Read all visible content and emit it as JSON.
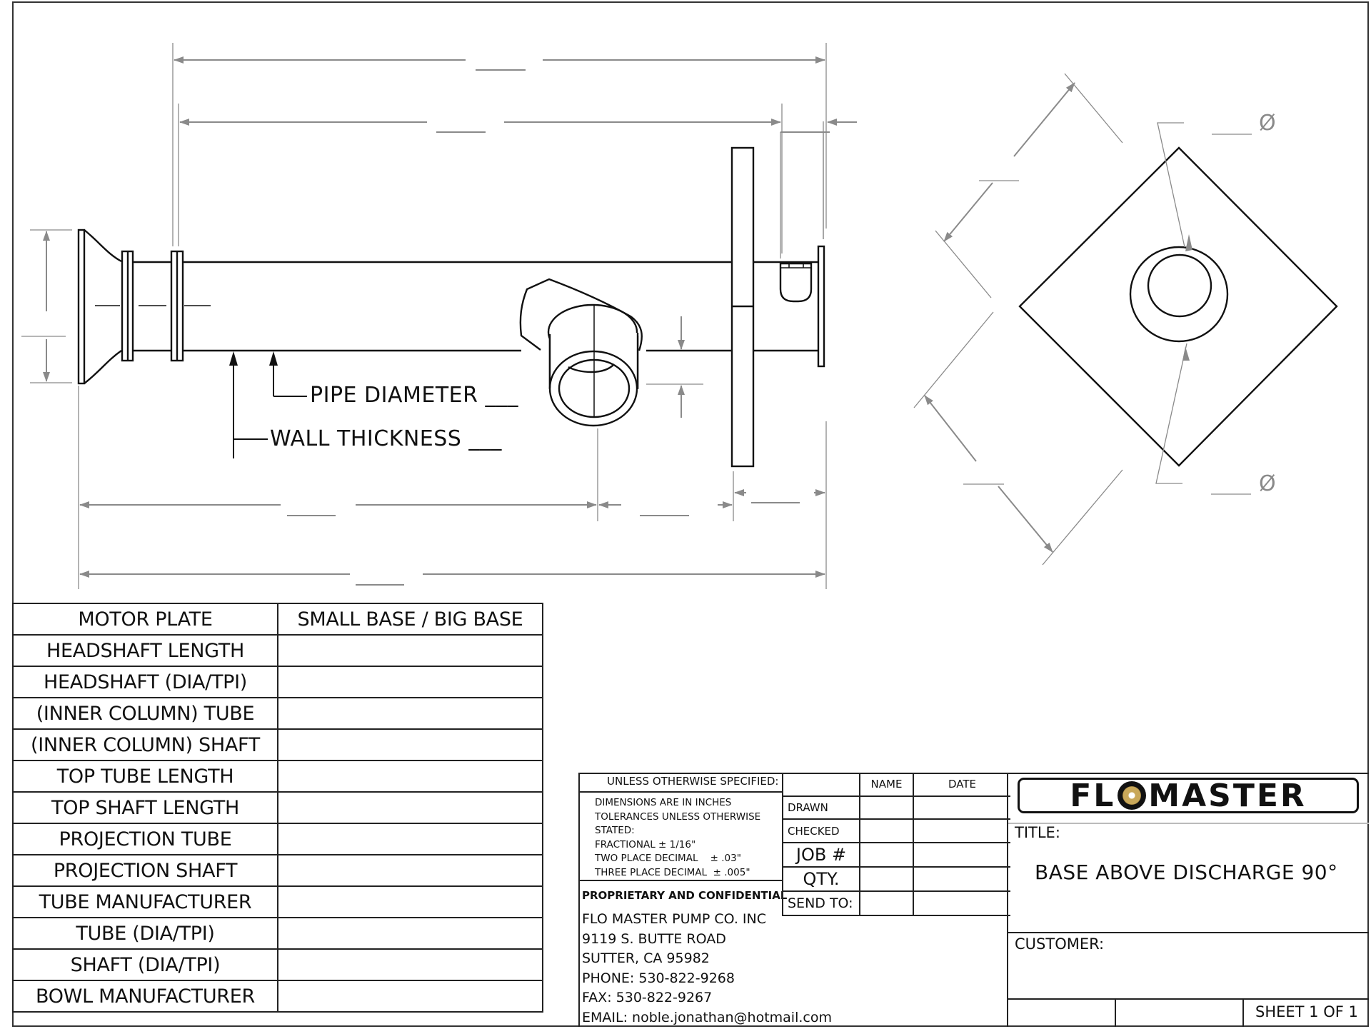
{
  "drawing": {
    "callouts": {
      "pipe_diameter": "PIPE DIAMETER ___",
      "wall_thickness": "WALL THICKNESS ___"
    },
    "diameter_symbols": [
      "Ø",
      "Ø"
    ],
    "dimension_values": [
      "",
      "",
      "",
      "",
      "",
      "",
      "",
      "",
      "",
      "",
      ""
    ]
  },
  "params_table": {
    "rows": [
      {
        "label": "MOTOR PLATE",
        "value": "SMALL BASE / BIG BASE"
      },
      {
        "label": "HEADSHAFT LENGTH",
        "value": ""
      },
      {
        "label": "HEADSHAFT (DIA/TPI)",
        "value": ""
      },
      {
        "label": "(INNER COLUMN) TUBE",
        "value": ""
      },
      {
        "label": "(INNER COLUMN) SHAFT",
        "value": ""
      },
      {
        "label": "TOP TUBE LENGTH",
        "value": ""
      },
      {
        "label": "TOP SHAFT LENGTH",
        "value": ""
      },
      {
        "label": "PROJECTION TUBE",
        "value": ""
      },
      {
        "label": "PROJECTION SHAFT",
        "value": ""
      },
      {
        "label": "TUBE MANUFACTURER",
        "value": ""
      },
      {
        "label": "TUBE (DIA/TPI)",
        "value": ""
      },
      {
        "label": "SHAFT (DIA/TPI)",
        "value": ""
      },
      {
        "label": "BOWL MANUFACTURER",
        "value": ""
      }
    ]
  },
  "title_block": {
    "tolerances": {
      "heading": "UNLESS OTHERWISE SPECIFIED:",
      "lines": [
        "DIMENSIONS ARE IN INCHES",
        "TOLERANCES UNLESS OTHERWISE",
        "STATED:",
        "FRACTIONAL ± 1/16\"",
        "TWO PLACE DECIMAL    ± .03\"",
        "THREE PLACE DECIMAL  ± .005\""
      ]
    },
    "proprietary": "PROPRIETARY AND CONFIDENTIAL",
    "company": {
      "name": "FLO MASTER PUMP CO. INC",
      "address": "9119 S. BUTTE ROAD",
      "city": "SUTTER, CA 95982",
      "phone": "PHONE: 530-822-9268",
      "fax": "FAX: 530-822-9267",
      "email": "EMAIL: noble.jonathan@hotmail.com"
    },
    "approvals": {
      "col_name": "NAME",
      "col_date": "DATE",
      "rows": [
        {
          "label": "DRAWN",
          "name": "",
          "date": ""
        },
        {
          "label": "CHECKED",
          "name": "",
          "date": ""
        },
        {
          "label": "JOB #",
          "name": "",
          "date": ""
        },
        {
          "label": "QTY.",
          "name": "",
          "date": ""
        },
        {
          "label": "SEND TO:",
          "name": "",
          "date": ""
        }
      ]
    },
    "logo_text_left": "FL",
    "logo_text_right": "MASTER",
    "logo_colors": {
      "text": "#111111",
      "propeller": "#c9a85a"
    },
    "title_label": "TITLE:",
    "title_value": "BASE ABOVE DISCHARGE 90°",
    "customer_label": "CUSTOMER:",
    "customer_value": "",
    "sheet": "SHEET 1 OF 1"
  }
}
